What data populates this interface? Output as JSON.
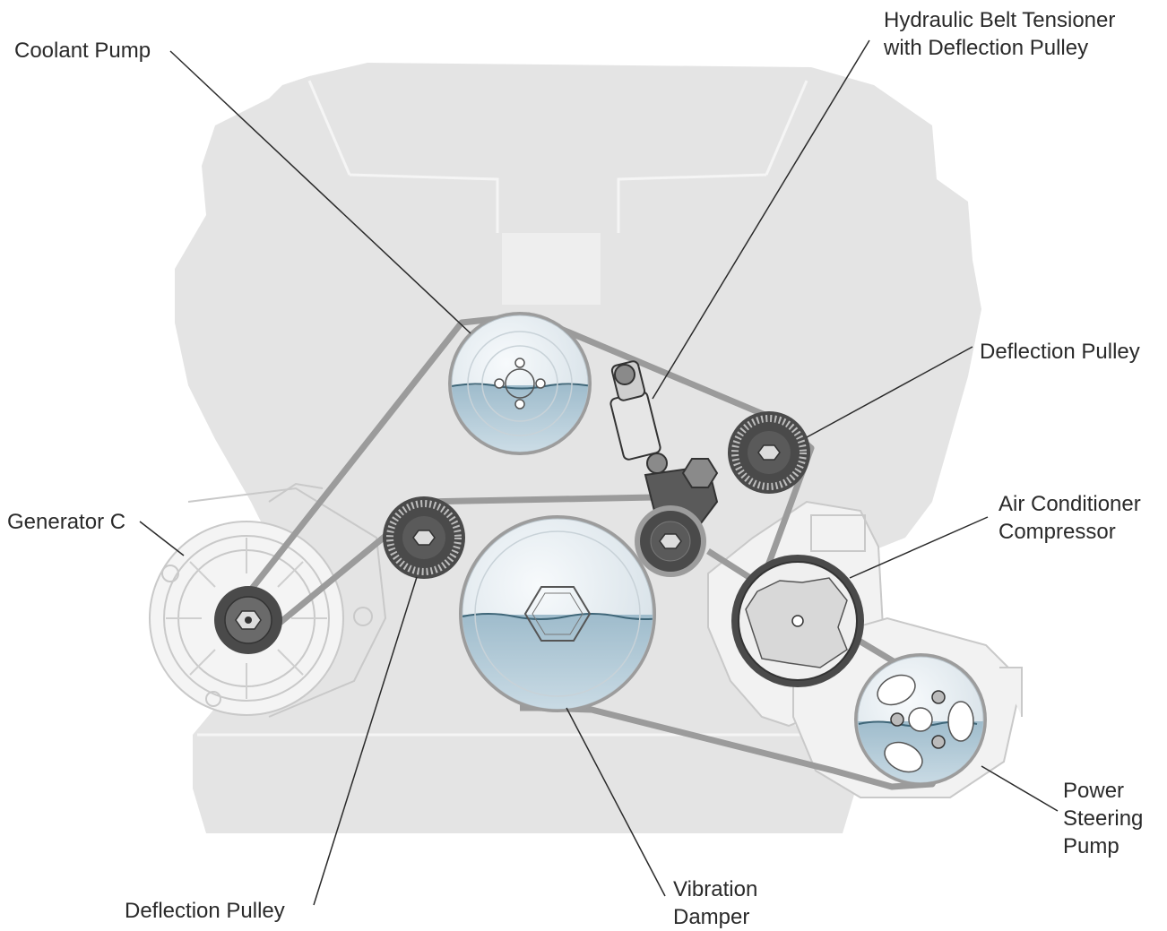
{
  "labels": {
    "coolant_pump": "Coolant Pump",
    "belt_tensioner": [
      "Hydraulic Belt Tensioner",
      "with Deflection Pulley"
    ],
    "deflection_pulley_upper": "Deflection Pulley",
    "generator": "Generator C",
    "ac_compressor": [
      "Air Conditioner",
      "Compressor"
    ],
    "power_steering_pump": [
      "Power",
      "Steering",
      "Pump"
    ],
    "deflection_pulley_lower": "Deflection Pulley",
    "vibration_damper": [
      "Vibration",
      "Damper"
    ]
  },
  "colors": {
    "engine_silhouette": "#e3e3e3",
    "belt": "#9a9a9a",
    "pulley_face": "#dbe5ec",
    "fluid": "#a9c4d3",
    "dark_pulley": "#4a4a4a",
    "leader_line": "#2a2a2a"
  }
}
